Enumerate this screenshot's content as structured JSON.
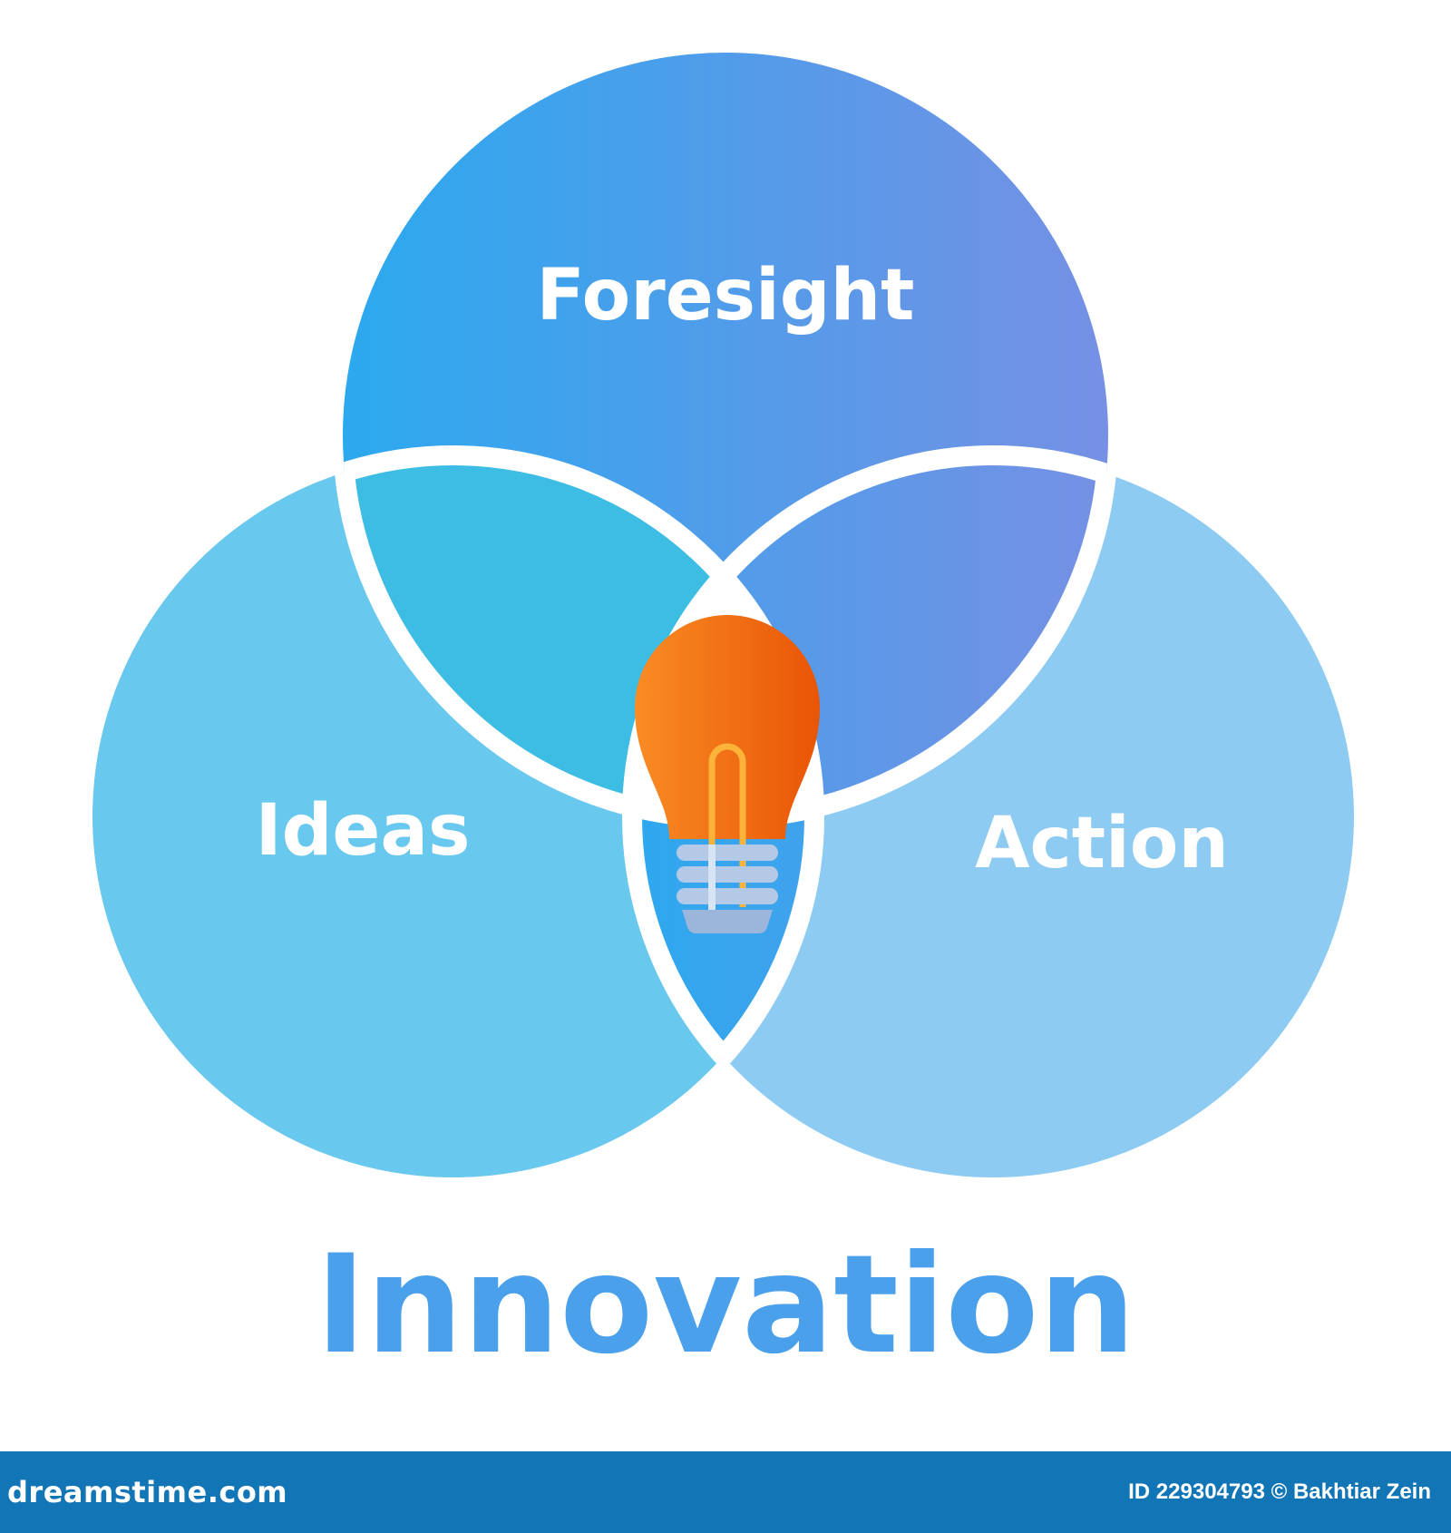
{
  "diagram": {
    "circles": [
      {
        "id": "foresight",
        "label": "Foresight"
      },
      {
        "id": "ideas",
        "label": "Ideas"
      },
      {
        "id": "action",
        "label": "Action"
      }
    ],
    "center_icon": "lightbulb-icon",
    "title": "Innovation"
  },
  "colors": {
    "foresight_gradient": [
      "#2ba9ef",
      "#7690e4"
    ],
    "ideas_fill": "#69c8ee",
    "action_fill": "#8dcbf3",
    "ideas_foresight_overlap": "#3dbde3",
    "center_bottom_gradient": [
      "#2da8ef",
      "#7b8ee3"
    ],
    "bulb_gradient": [
      "#f98c24",
      "#e95506"
    ],
    "title": "#4aa0ea",
    "footer_bg": "#1275b5"
  },
  "footer": {
    "brand": "dreamstime.com",
    "credit": "ID 229304793 © Bakhtiar Zein"
  }
}
